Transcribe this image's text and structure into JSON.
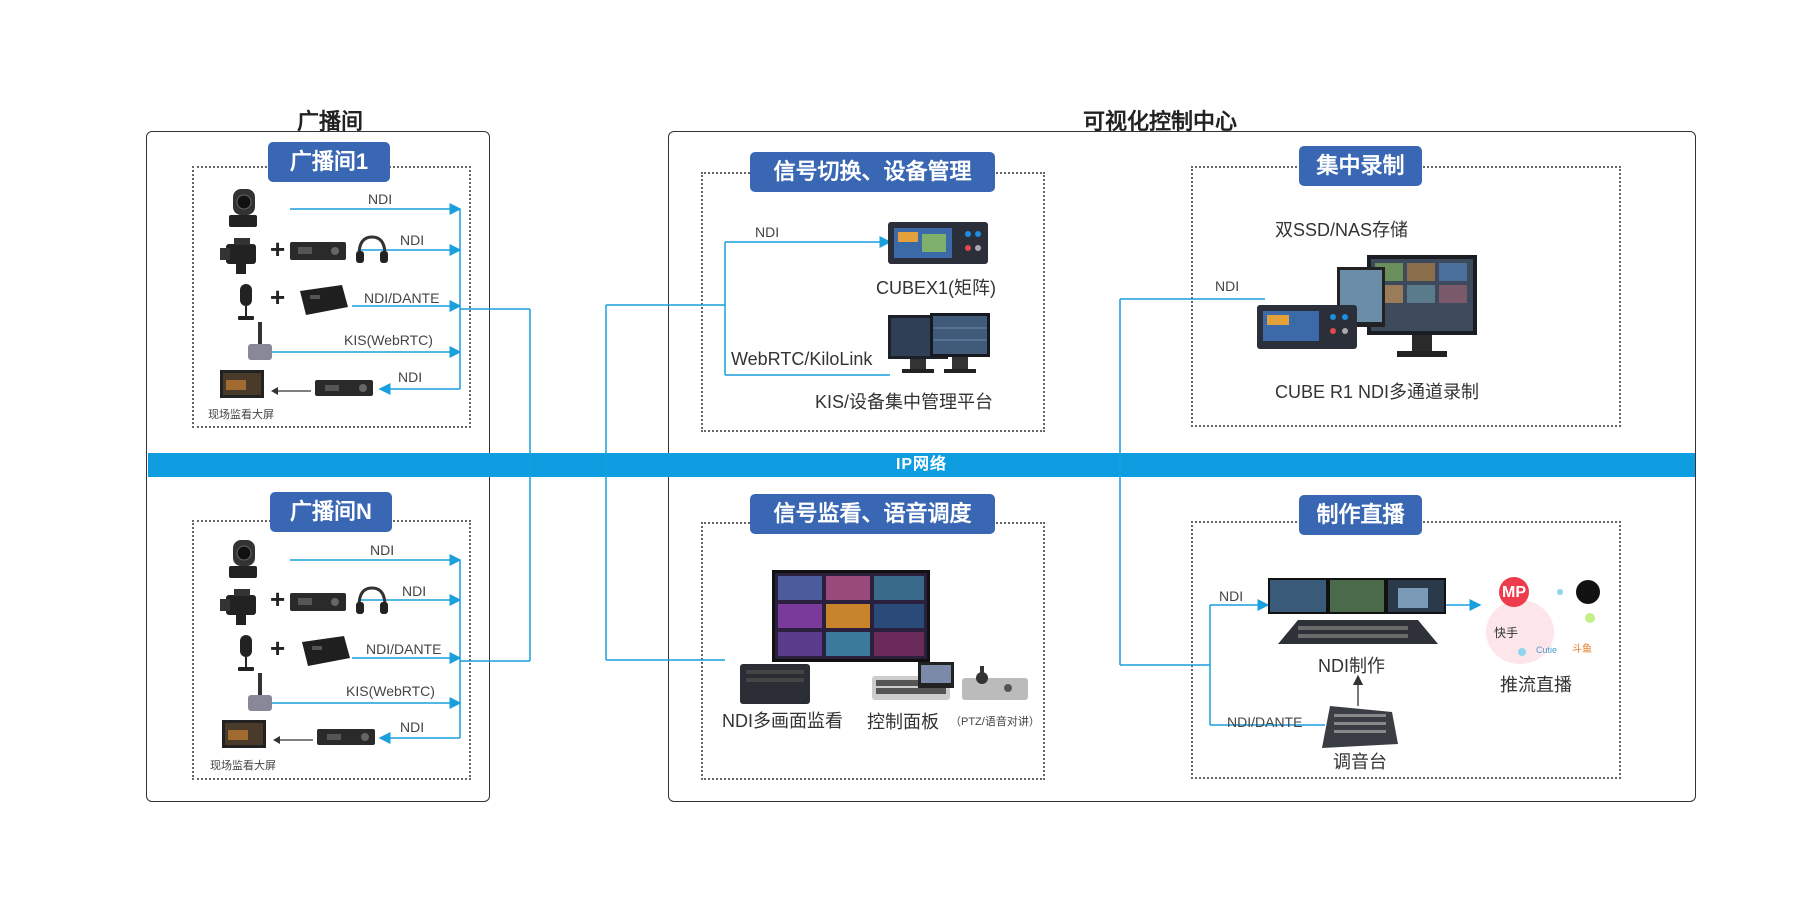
{
  "studio_section_title": "广播间",
  "control_section_title": "可视化控制中心",
  "network_bar_label": "IP网络",
  "studio1": {
    "tag": "广播间1",
    "links": [
      "NDI",
      "NDI",
      "NDI/DANTE",
      "KIS(WebRTC)",
      "NDI"
    ],
    "monitor_label": "现场监看大屏"
  },
  "studioN": {
    "tag": "广播间N",
    "links": [
      "NDI",
      "NDI",
      "NDI/DANTE",
      "KIS(WebRTC)",
      "NDI"
    ],
    "monitor_label": "现场监看大屏"
  },
  "switching": {
    "tag": "信号切换、设备管理",
    "link_top": "NDI",
    "link_bottom": "WebRTC/KiloLink",
    "device1": "CUBEX1(矩阵)",
    "device2": "KIS/设备集中管理平台"
  },
  "recording": {
    "tag": "集中录制",
    "storage_label": "双SSD/NAS存储",
    "link": "NDI",
    "device": "CUBE R1 NDI多通道录制"
  },
  "monitoring": {
    "tag": "信号监看、语音调度",
    "device1": "NDI多画面监看",
    "device2": "控制面板",
    "device2_note": "（PTZ/语音对讲）"
  },
  "production": {
    "tag": "制作直播",
    "link_top": "NDI",
    "link_bottom": "NDI/DANTE",
    "device1": "NDI制作",
    "device2": "调音台",
    "stream_label": "推流直播",
    "platform_logos": [
      "MP",
      "快手",
      "Cutie",
      "斗鱼"
    ]
  },
  "colors": {
    "tag_bg": "#3a67b3",
    "network": "#0e9de0",
    "wire": "#1a9fdd"
  }
}
